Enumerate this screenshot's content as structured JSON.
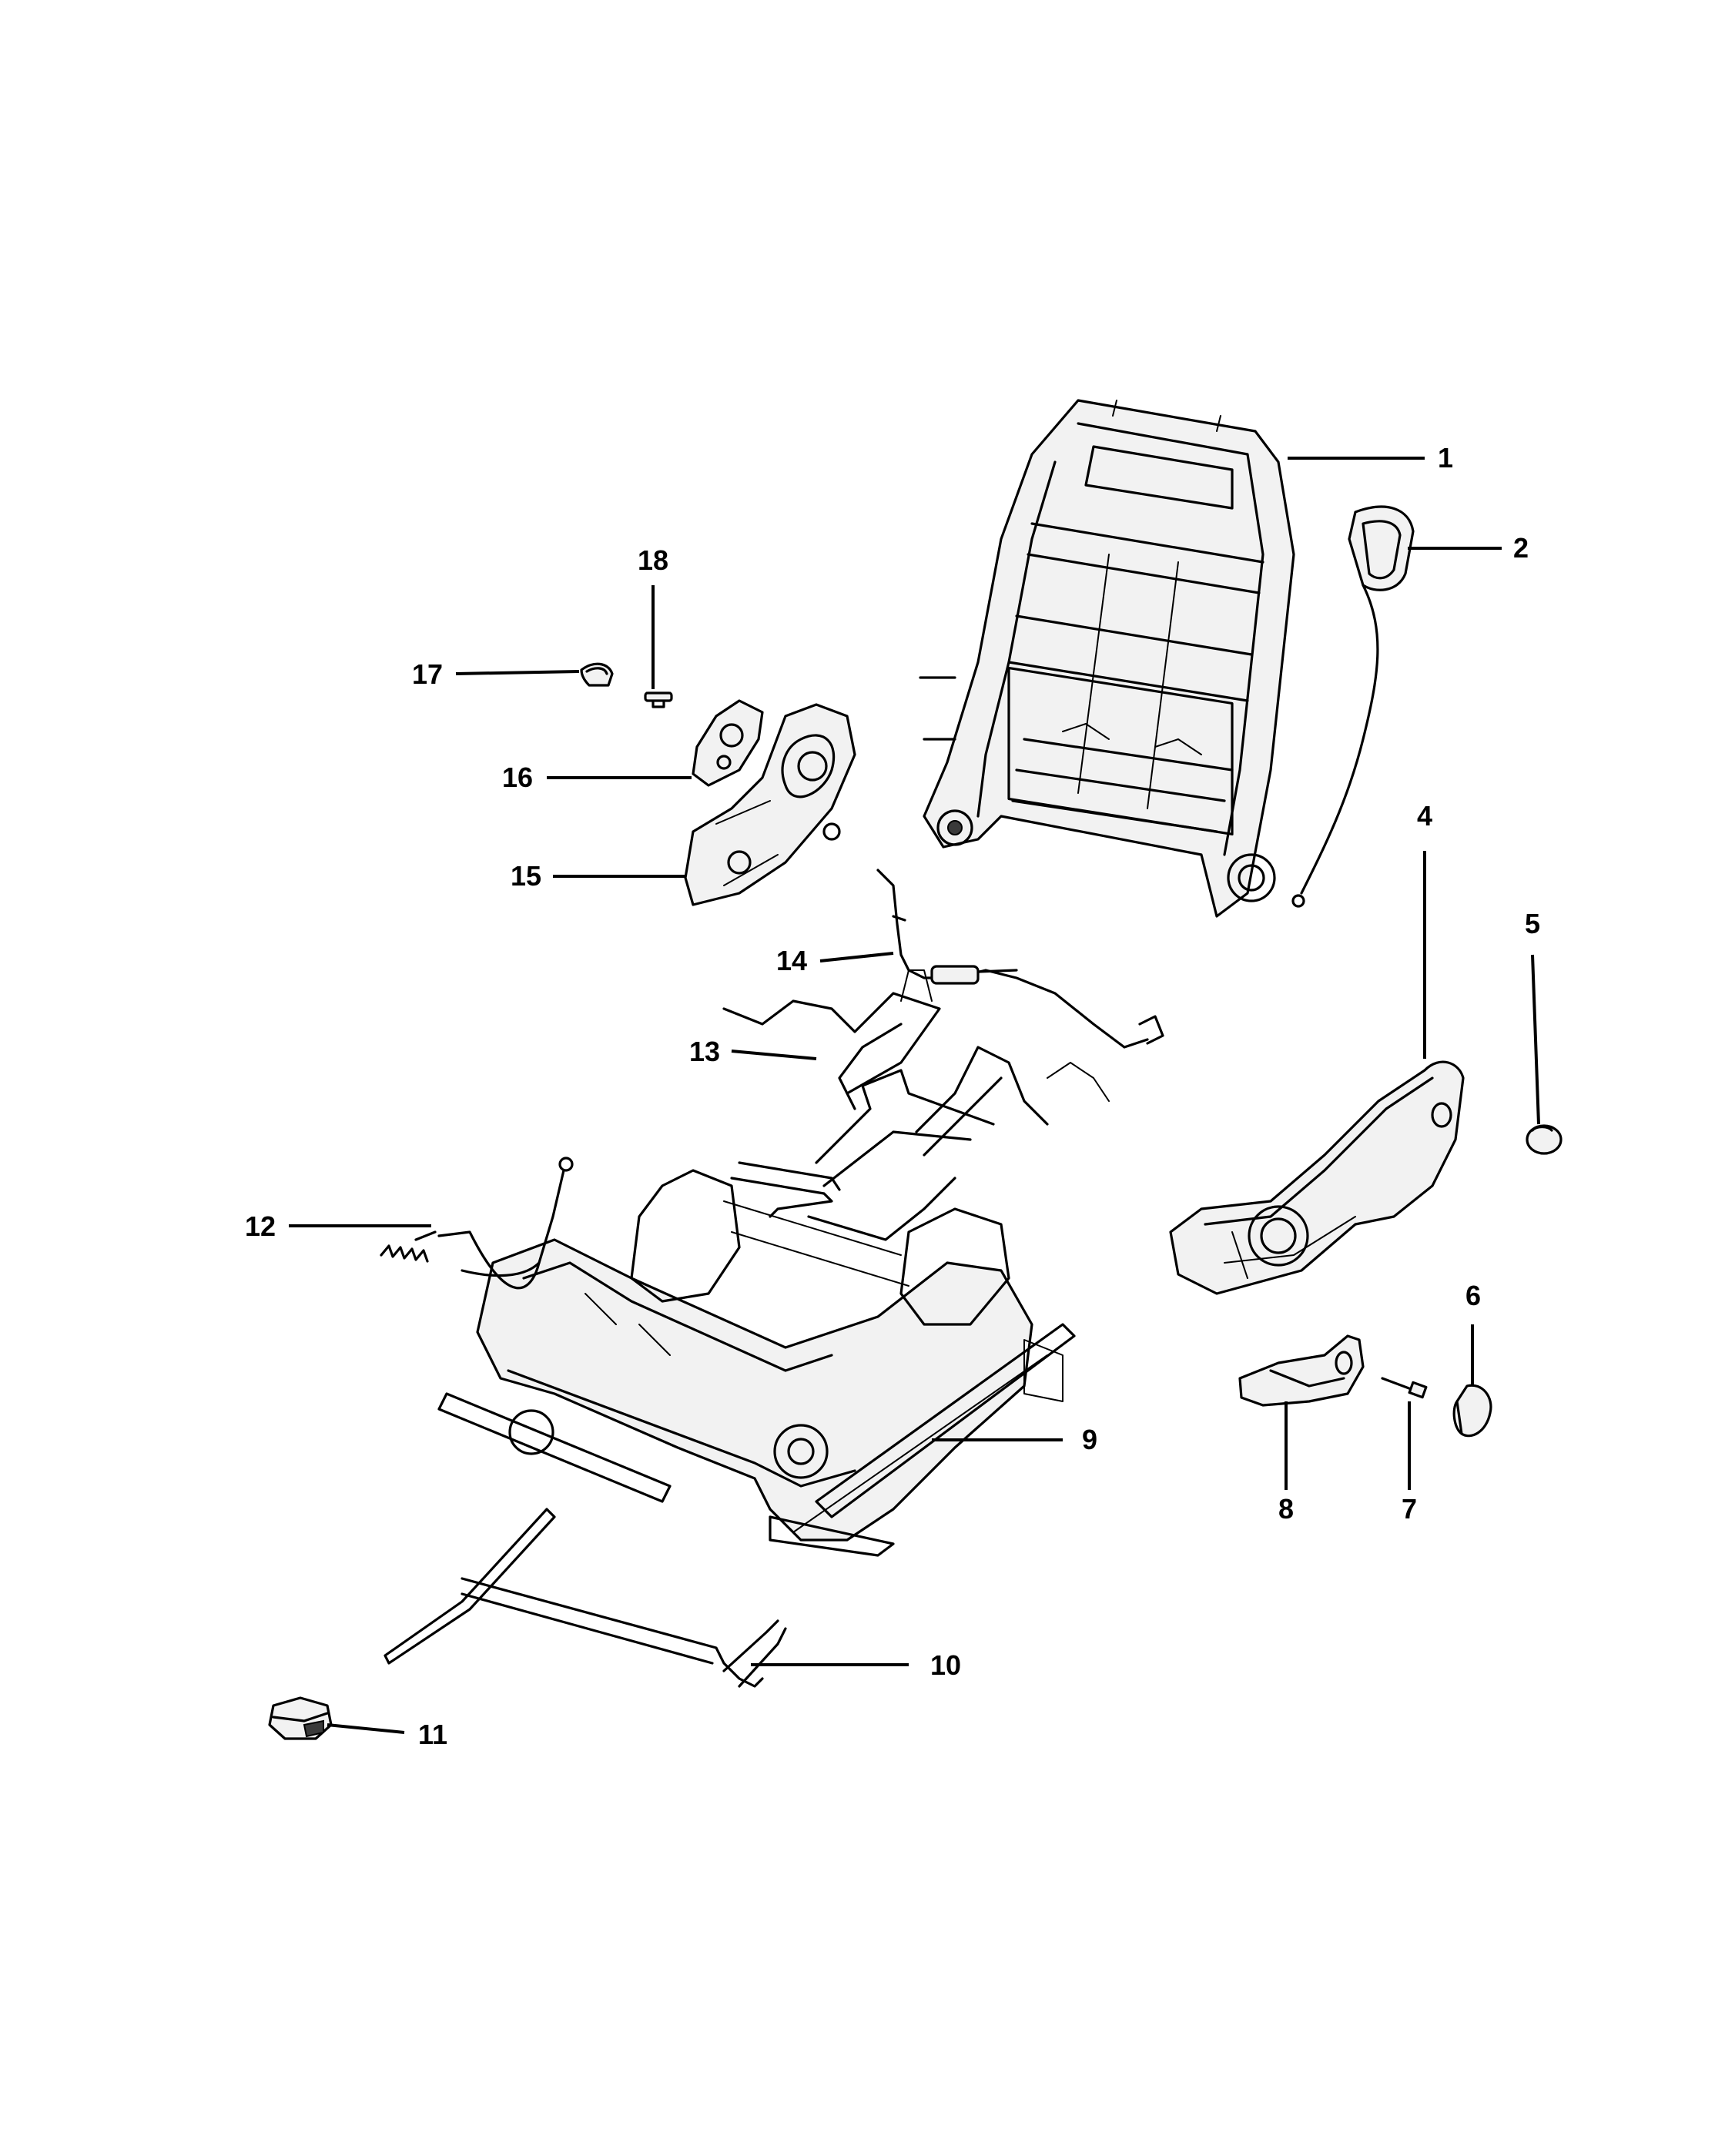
{
  "callouts": [
    {
      "id": "1",
      "label": "1"
    },
    {
      "id": "2",
      "label": "2"
    },
    {
      "id": "4",
      "label": "4"
    },
    {
      "id": "5",
      "label": "5"
    },
    {
      "id": "6",
      "label": "6"
    },
    {
      "id": "7",
      "label": "7"
    },
    {
      "id": "8",
      "label": "8"
    },
    {
      "id": "9",
      "label": "9"
    },
    {
      "id": "10",
      "label": "10"
    },
    {
      "id": "11",
      "label": "11"
    },
    {
      "id": "12",
      "label": "12"
    },
    {
      "id": "13",
      "label": "13"
    },
    {
      "id": "14",
      "label": "14"
    },
    {
      "id": "15",
      "label": "15"
    },
    {
      "id": "16",
      "label": "16"
    },
    {
      "id": "17",
      "label": "17"
    },
    {
      "id": "18",
      "label": "18"
    }
  ]
}
